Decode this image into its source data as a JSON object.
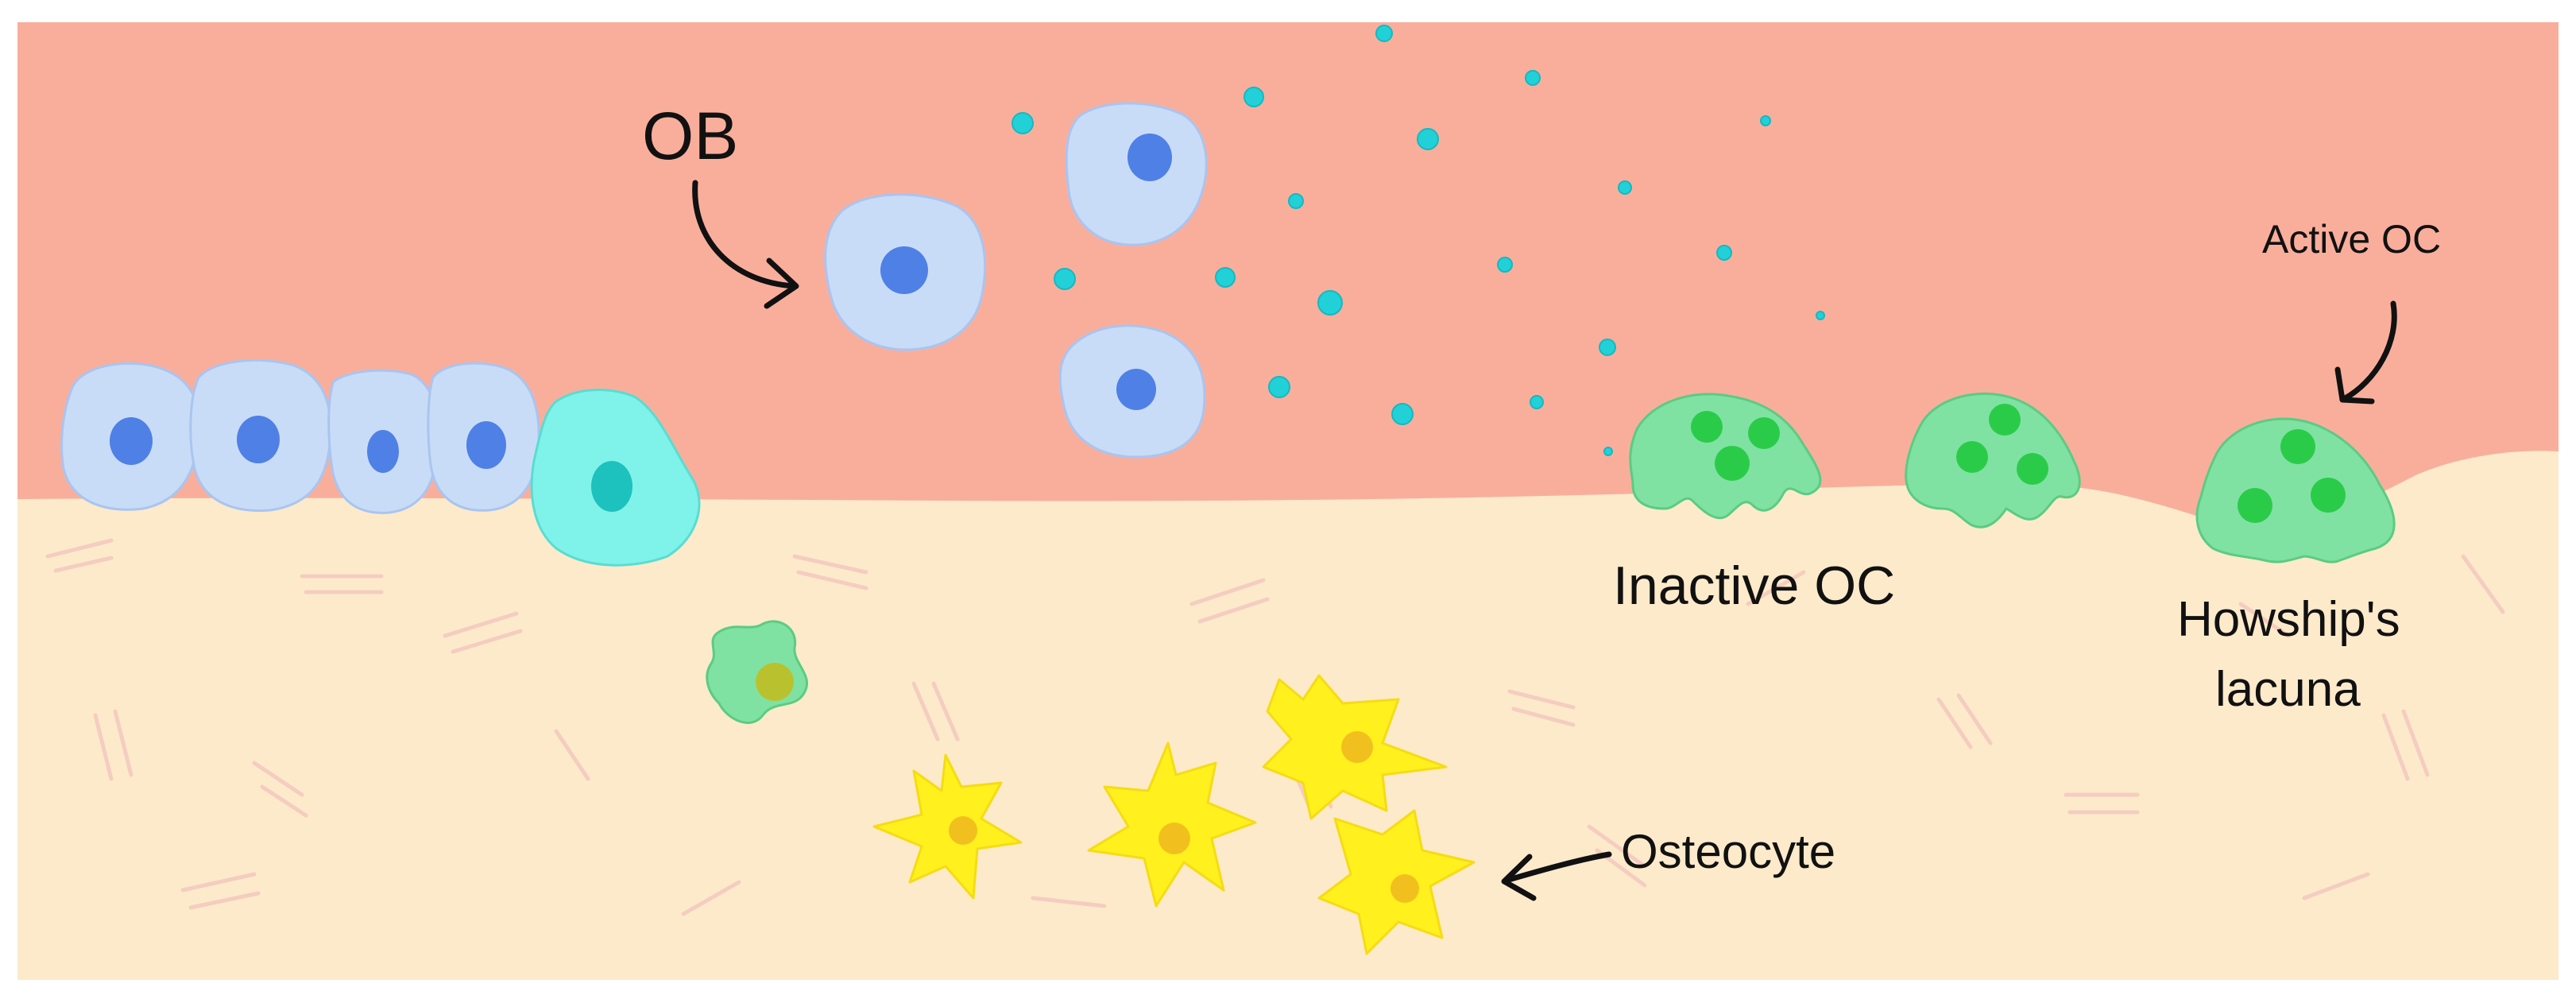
{
  "labels": {
    "ob": "OB",
    "active_oc": "Active OC",
    "inactive_oc": "Inactive OC",
    "howship_line1": "Howship's",
    "howship_line2": "lacuna",
    "osteocyte": "Osteocyte"
  },
  "colors": {
    "marrow": "#F9AE9C",
    "bone": "#FDEACB",
    "bone_fiber": "#F3C6BD",
    "osteoblast": "#C9DCF7",
    "osteoblast_nucleus": "#4F80E6",
    "lining_cell": "#7FF2EA",
    "lining_nucleus": "#1DC1BE",
    "signal_dot": "#22D1D8",
    "osteoclast": "#7FE2A2",
    "osteoclast_nucleus": "#2BCB4A",
    "preosteoclast_nucleus": "#B9C22E",
    "osteocyte": "#FFF01E",
    "osteocyte_nucleus": "#F2C01E",
    "arrow": "#111111"
  }
}
